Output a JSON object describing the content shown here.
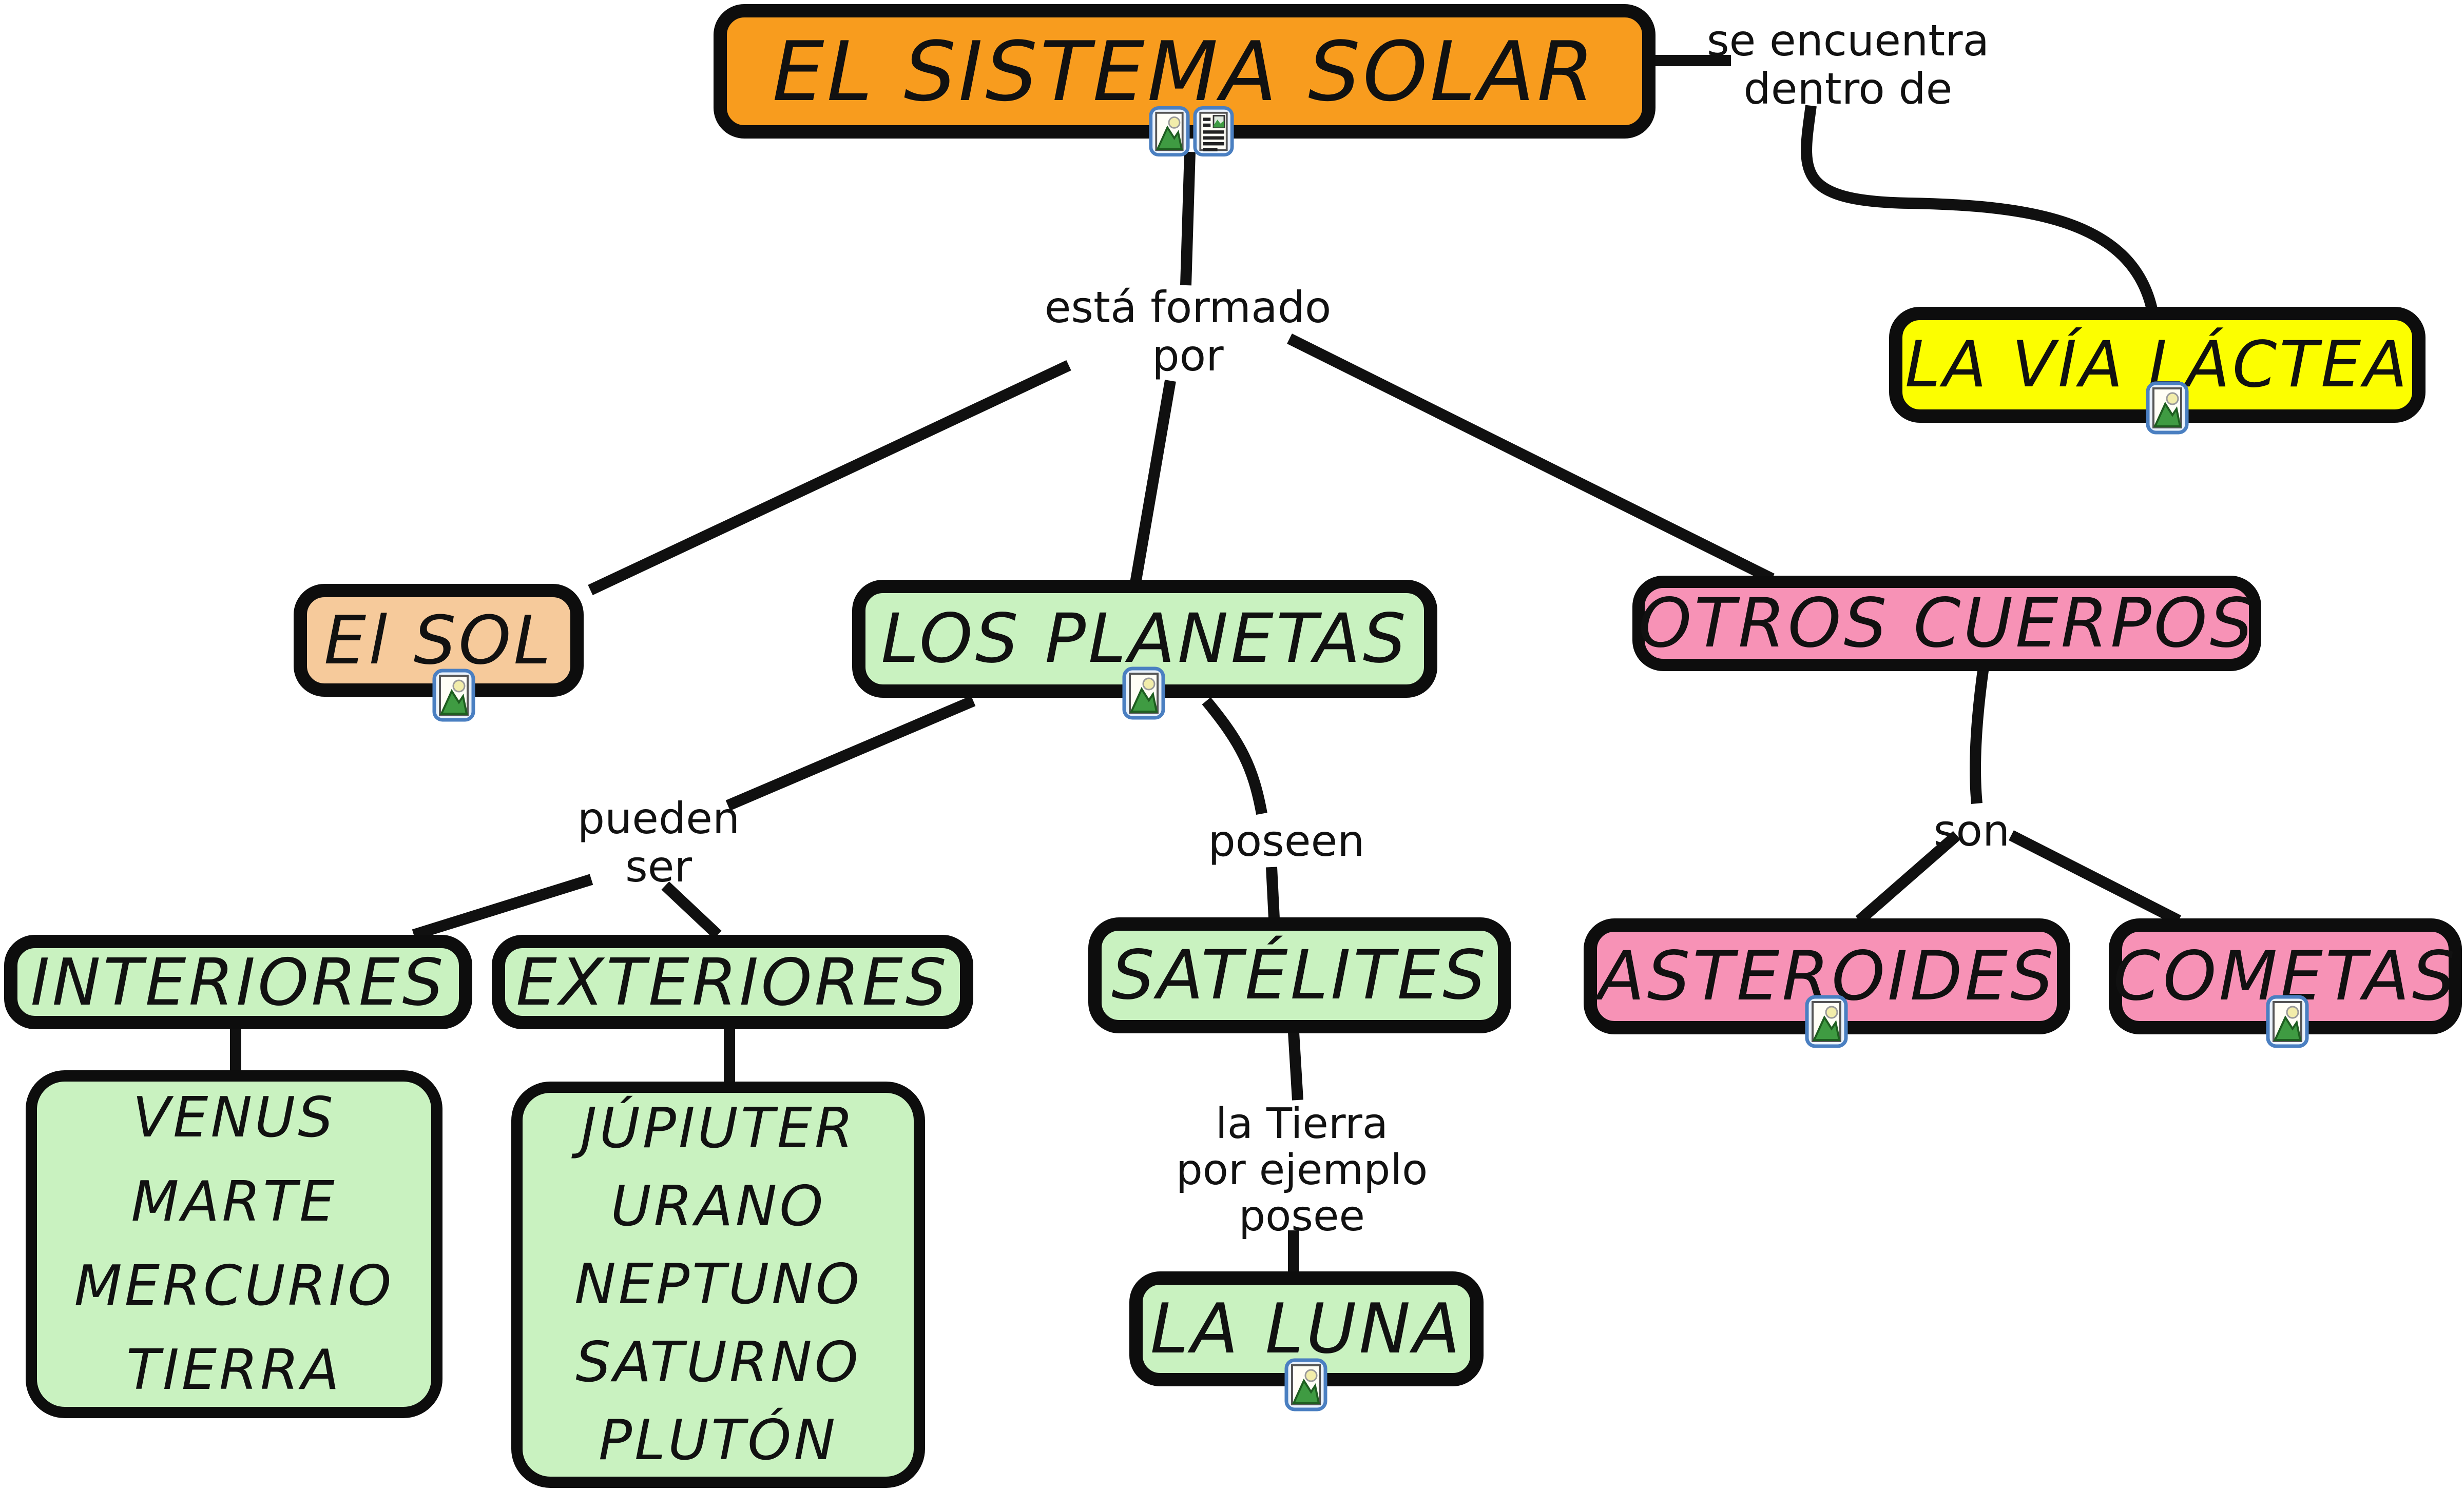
{
  "title_node": {
    "label": "EL SISTEMA SOLAR"
  },
  "nodes": {
    "via_lactea": {
      "label": "LA VÍA LÁCTEA"
    },
    "el_sol": {
      "label": "El SOL"
    },
    "los_planetas": {
      "label": "LOS PLANETAS"
    },
    "otros_cuerpos": {
      "label": "OTROS CUERPOS"
    },
    "interiores": {
      "label": "INTERIORES"
    },
    "exteriores": {
      "label": "EXTERIORES"
    },
    "satelites": {
      "label": "SATÉLITES"
    },
    "asteroides": {
      "label": "ASTEROIDES"
    },
    "cometas": {
      "label": "COMETAS"
    },
    "la_luna": {
      "label": "LA LUNA"
    },
    "inner_planets": {
      "lines": [
        "VENUS",
        "MARTE",
        "MERCURIO",
        "TIERRA"
      ]
    },
    "outer_planets": {
      "lines": [
        "JÚPIUTER",
        "URANO",
        "NEPTUNO",
        "SATURNO",
        "PLUTÓN"
      ]
    }
  },
  "edge_labels": {
    "se_encuentra": {
      "line1": "se encuentra",
      "line2": "dentro de"
    },
    "esta_formado": {
      "line1": "está formado",
      "line2": "por"
    },
    "pueden_ser": {
      "line1": "pueden",
      "line2": "ser"
    },
    "poseen": {
      "label": "poseen"
    },
    "son": {
      "label": "son"
    },
    "la_tierra": {
      "line1": "la Tierra",
      "line2": "por ejemplo",
      "line3": "posee"
    }
  },
  "icons": {
    "image_resource": "image-resource-icon",
    "document_resource": "document-resource-icon"
  },
  "colors": {
    "title_orange": "#f89c1e",
    "yellow": "#fcfe00",
    "peach": "#f6ca9b",
    "green": "#c9f2c0",
    "pink": "#f792b6",
    "line_black": "#101010",
    "icon_blue_border": "#4a7fc1",
    "background": "#ffffff"
  }
}
